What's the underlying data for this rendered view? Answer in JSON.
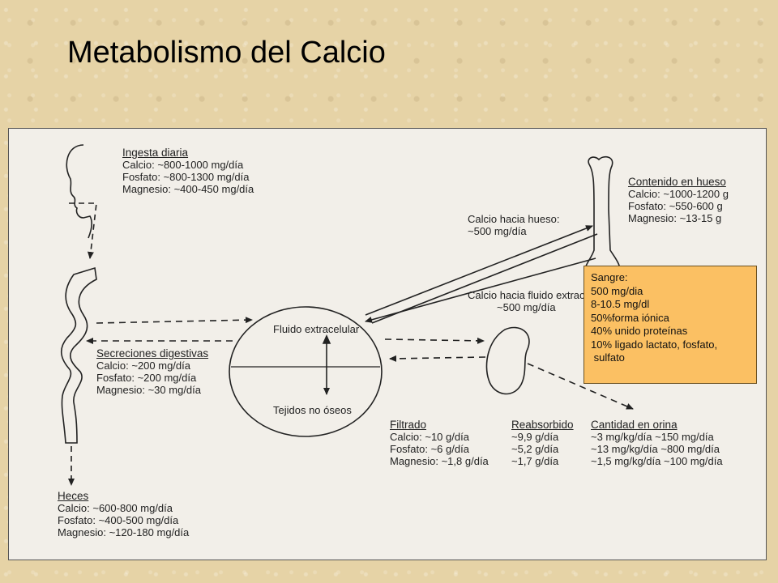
{
  "title": "Metabolismo del Calcio",
  "intake": {
    "heading": "Ingesta diaria",
    "lines": [
      "Calcio: ~800-1000 mg/día",
      "Fosfato: ~800-1300 mg/día",
      "Magnesio: ~400-450 mg/día"
    ]
  },
  "bone": {
    "heading": "Contenido en hueso",
    "lines": [
      "Calcio: ~1000-1200 g",
      "Fosfato: ~550-600 g",
      "Magnesio: ~13-15 g"
    ]
  },
  "to_bone": {
    "lines": [
      "Calcio hacia hueso:",
      "~500 mg/día"
    ]
  },
  "to_fluid": {
    "lines": [
      "Calcio hacia fluido extracelular:",
      "~500 mg/día"
    ]
  },
  "ecf_label": "Fluido extracelular",
  "tissue_label": "Tejidos no óseos",
  "secretions": {
    "heading": "Secreciones digestivas",
    "lines": [
      "Calcio: ~200 mg/día",
      "Fosfato: ~200 mg/día",
      "Magnesio: ~30 mg/día"
    ]
  },
  "filtered": {
    "heading": "Filtrado",
    "lines": [
      "Calcio: ~10 g/día",
      "Fosfato: ~6 g/día",
      "Magnesio: ~1,8 g/día"
    ]
  },
  "reabsorbed": {
    "heading": "Reabsorbido",
    "lines": [
      "~9,9 g/día",
      "~5,2 g/día",
      "~1,7 g/día"
    ]
  },
  "urine": {
    "heading": "Cantidad en orina",
    "lines": [
      "~3 mg/kg/día ~150 mg/día",
      "~13 mg/kg/día ~800 mg/día",
      "~1,5 mg/kg/día ~100 mg/día"
    ]
  },
  "feces": {
    "heading": "Heces",
    "lines": [
      "Calcio: ~600-800 mg/día",
      "Fosfato: ~400-500 mg/día",
      "Magnesio: ~120-180 mg/día"
    ]
  },
  "blood": {
    "lines": [
      "Sangre:",
      "500 mg/dia",
      "8-10.5 mg/dl",
      "50%forma iónica",
      "40% unido proteínas",
      "10% ligado lactato, fosfato,",
      " sulfato"
    ]
  }
}
